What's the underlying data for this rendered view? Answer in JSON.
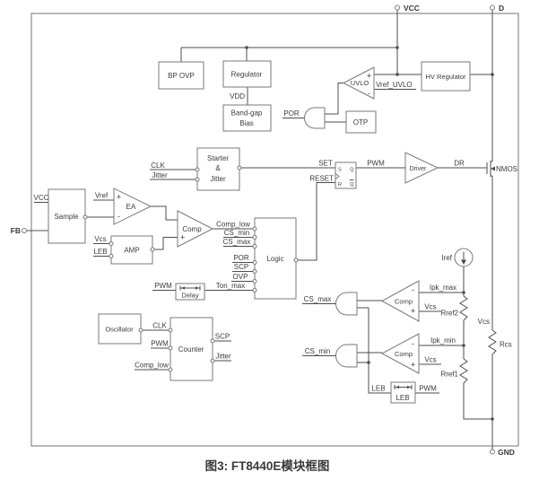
{
  "figure": {
    "caption": "图3: FT8440E模块框图"
  },
  "pins": {
    "vcc": "VCC",
    "d": "D",
    "gnd": "GND",
    "fb": "FB"
  },
  "blocks": {
    "bp_ovp": "BP OVP",
    "regulator": "Regulator",
    "bandgap1": "Band-gap",
    "bandgap2": "Bias",
    "hv_regulator": "HV Regulator",
    "otp": "OTP",
    "starter1": "Starter",
    "starter2": "&",
    "starter3": "Jitter",
    "sample": "Sample",
    "ea": "EA",
    "amp": "AMP",
    "comp": "Comp",
    "logic": "Logic",
    "delay": "Delay",
    "oscillator": "Oscillator",
    "counter": "Counter",
    "uvlo": "UVLO",
    "driver": "Driver",
    "leb": "LEB",
    "nmos": "NMOS"
  },
  "flipflop": {
    "s": "S",
    "r": "R",
    "q": "Q",
    "qbar": "Q"
  },
  "signals": {
    "vdd": "VDD",
    "vref_uvlo": "Vref_UVLO",
    "por": "POR",
    "set": "SET",
    "reset": "RESET",
    "pwm": "PWM",
    "dr": "DR",
    "clk": "CLK",
    "jitter": "Jitter",
    "vcc": "VCC",
    "vref": "Vref",
    "vcs": "Vcs",
    "leb": "LEB",
    "comp_low": "Comp_low",
    "cs_min": "CS_min",
    "cs_max": "CS_max",
    "scp": "SCP",
    "ovp": "OVP",
    "ton_max": "Ton_max",
    "ipk_max": "Ipk_max",
    "ipk_min": "Ipk_min",
    "iref": "Iref",
    "rref1": "Rref1",
    "rref2": "Rref2",
    "rcs": "Rcs"
  },
  "ops": {
    "plus": "+",
    "minus": "-"
  }
}
